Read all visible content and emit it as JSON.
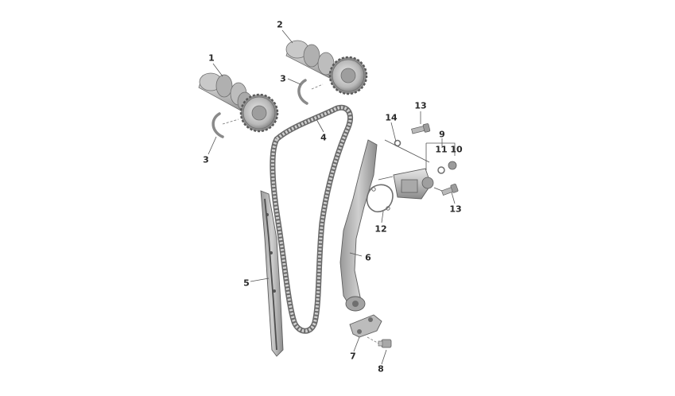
{
  "diagram": {
    "callouts": [
      {
        "id": "c1",
        "label": "1"
      },
      {
        "id": "c2",
        "label": "2"
      },
      {
        "id": "c3a",
        "label": "3"
      },
      {
        "id": "c3b",
        "label": "3"
      },
      {
        "id": "c4",
        "label": "4"
      },
      {
        "id": "c5",
        "label": "5"
      },
      {
        "id": "c6",
        "label": "6"
      },
      {
        "id": "c7",
        "label": "7"
      },
      {
        "id": "c8",
        "label": "8"
      },
      {
        "id": "c9",
        "label": "9"
      },
      {
        "id": "c10",
        "label": "10"
      },
      {
        "id": "c11",
        "label": "11"
      },
      {
        "id": "c12",
        "label": "12"
      },
      {
        "id": "c13a",
        "label": "13"
      },
      {
        "id": "c13b",
        "label": "13"
      },
      {
        "id": "c14",
        "label": "14"
      }
    ]
  },
  "colors": {
    "part_light": "#d9d9d9",
    "part_mid": "#b3b3b3",
    "part_dark": "#7d7d7d",
    "leader": "#555555",
    "label": "#2a2a2a"
  }
}
